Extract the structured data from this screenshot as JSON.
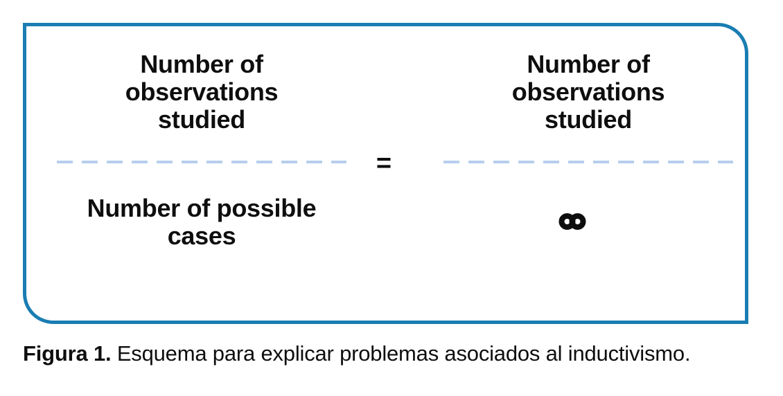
{
  "figure": {
    "equation": {
      "left_fraction": {
        "numerator": "Number of\nobservations\nstudied",
        "denominator": "Number of possible\ncases"
      },
      "equals_sign": "=",
      "right_fraction": {
        "numerator": "Number of\nobservations\nstudied",
        "denominator": "∞"
      }
    },
    "caption": {
      "label": "Figura 1.",
      "text": " Esquema para explicar problemas asociados al inductivismo."
    }
  },
  "colors": {
    "border": "#1a7db3",
    "dash": "#b7ceec",
    "text": "#0e0e0e"
  }
}
